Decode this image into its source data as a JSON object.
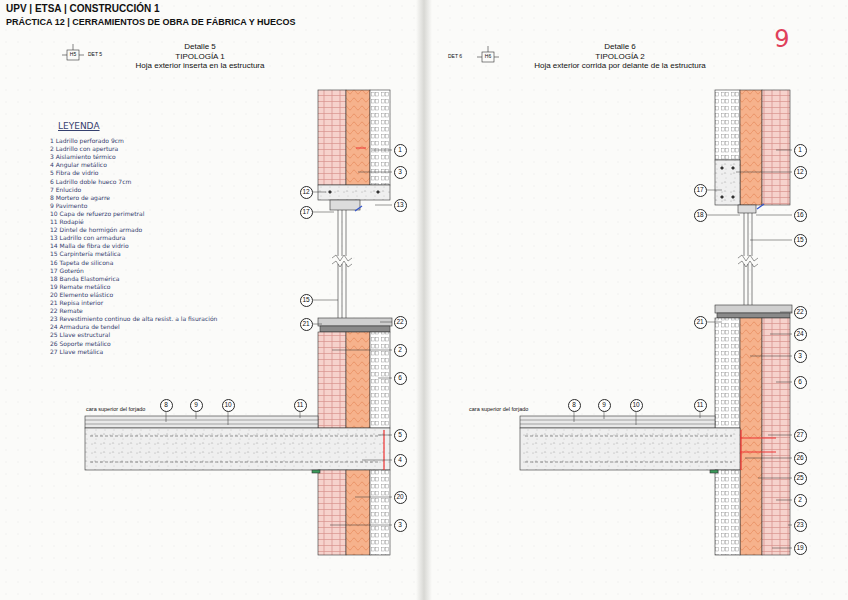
{
  "diagram": {
    "title": "UPV | ETSA | CONSTRUCCIÓN 1",
    "nodes": [
      {
        "text": [
          "1"
        ]
      },
      {
        "text": [
          "3"
        ]
      },
      {
        "text": [
          "12"
        ]
      },
      {
        "text": [
          "17"
        ]
      },
      {
        "text": [
          "13"
        ]
      },
      {
        "text": [
          "15"
        ]
      },
      {
        "text": [
          "21"
        ]
      },
      {
        "text": [
          "22"
        ]
      },
      {
        "text": [
          "2"
        ]
      },
      {
        "text": [
          "6"
        ]
      },
      {
        "text": [
          "8"
        ]
      },
      {
        "text": [
          "9"
        ]
      },
      {
        "text": [
          "10"
        ]
      },
      {
        "text": [
          "11"
        ]
      },
      {
        "text": [
          "5"
        ]
      },
      {
        "text": [
          "4"
        ]
      },
      {
        "text": [
          "20"
        ]
      },
      {
        "text": [
          "3"
        ]
      },
      {
        "text": [
          "1"
        ]
      },
      {
        "text": [
          "12"
        ]
      },
      {
        "text": [
          "17"
        ]
      },
      {
        "text": [
          "18"
        ]
      },
      {
        "text": [
          "16"
        ]
      },
      {
        "text": [
          "15"
        ]
      },
      {
        "text": [
          "21"
        ]
      },
      {
        "text": [
          "22"
        ]
      },
      {
        "text": [
          "24"
        ]
      },
      {
        "text": [
          "3"
        ]
      },
      {
        "text": [
          "6"
        ]
      },
      {
        "text": [
          "8"
        ]
      },
      {
        "text": [
          "9"
        ]
      },
      {
        "text": [
          "10"
        ]
      },
      {
        "text": [
          "11"
        ]
      },
      {
        "text": [
          "27"
        ]
      },
      {
        "text": [
          "26"
        ]
      },
      {
        "text": [
          "25"
        ]
      },
      {
        "text": [
          "2"
        ]
      },
      {
        "text": [
          "23"
        ]
      },
      {
        "text": [
          "19"
        ]
      }
    ],
    "labels": [
      "PRÁCTICA 12 | CERRAMIENTOS DE OBRA DE FÁBRICA Y HUECOS",
      "H5",
      "DET 5",
      "Detalle 5",
      "TIPOLOGÍA 1",
      "Hoja exterior inserta en la estructura",
      "DET 6",
      "H6",
      "Detalle 6",
      "TIPOLOGÍA 2",
      "Hoja exterior corrida por delante de la estructura",
      "9",
      "LEYENDA",
      "1 Ladrillo perforado 9cm",
      "2 Ladrillo con apertura",
      "3 Aislamiento térmico",
      "4 Angular metálico",
      "5 Fibra de vidrio",
      "6 Ladrillo doble hueco 7cm",
      "7 Enlucido",
      "8 Mortero de agarre",
      "9 Pavimento",
      "10 Capa de refuerzo perimetral",
      "11 Rodapié",
      "12 Dintel de hormigón armado",
      "13 Ladrillo con armadura",
      "14 Malla de fibra de vidrio",
      "15 Carpintería metálica",
      "16 Tapeta de silicona",
      "17 Goterón",
      "18 Banda Elastomérica",
      "19 Remate metálico",
      "20 Elemento elástico",
      "21 Repisa interior",
      "22 Remate",
      "23 Revestimiento continuo de alta resist. a la fisuración",
      "24 Armadura de tendel",
      "25 Llave estructural",
      "26 Soporte metálico",
      "27 Llave metálica",
      "cara superior del forjado",
      "cara superior del forjado"
    ]
  }
}
